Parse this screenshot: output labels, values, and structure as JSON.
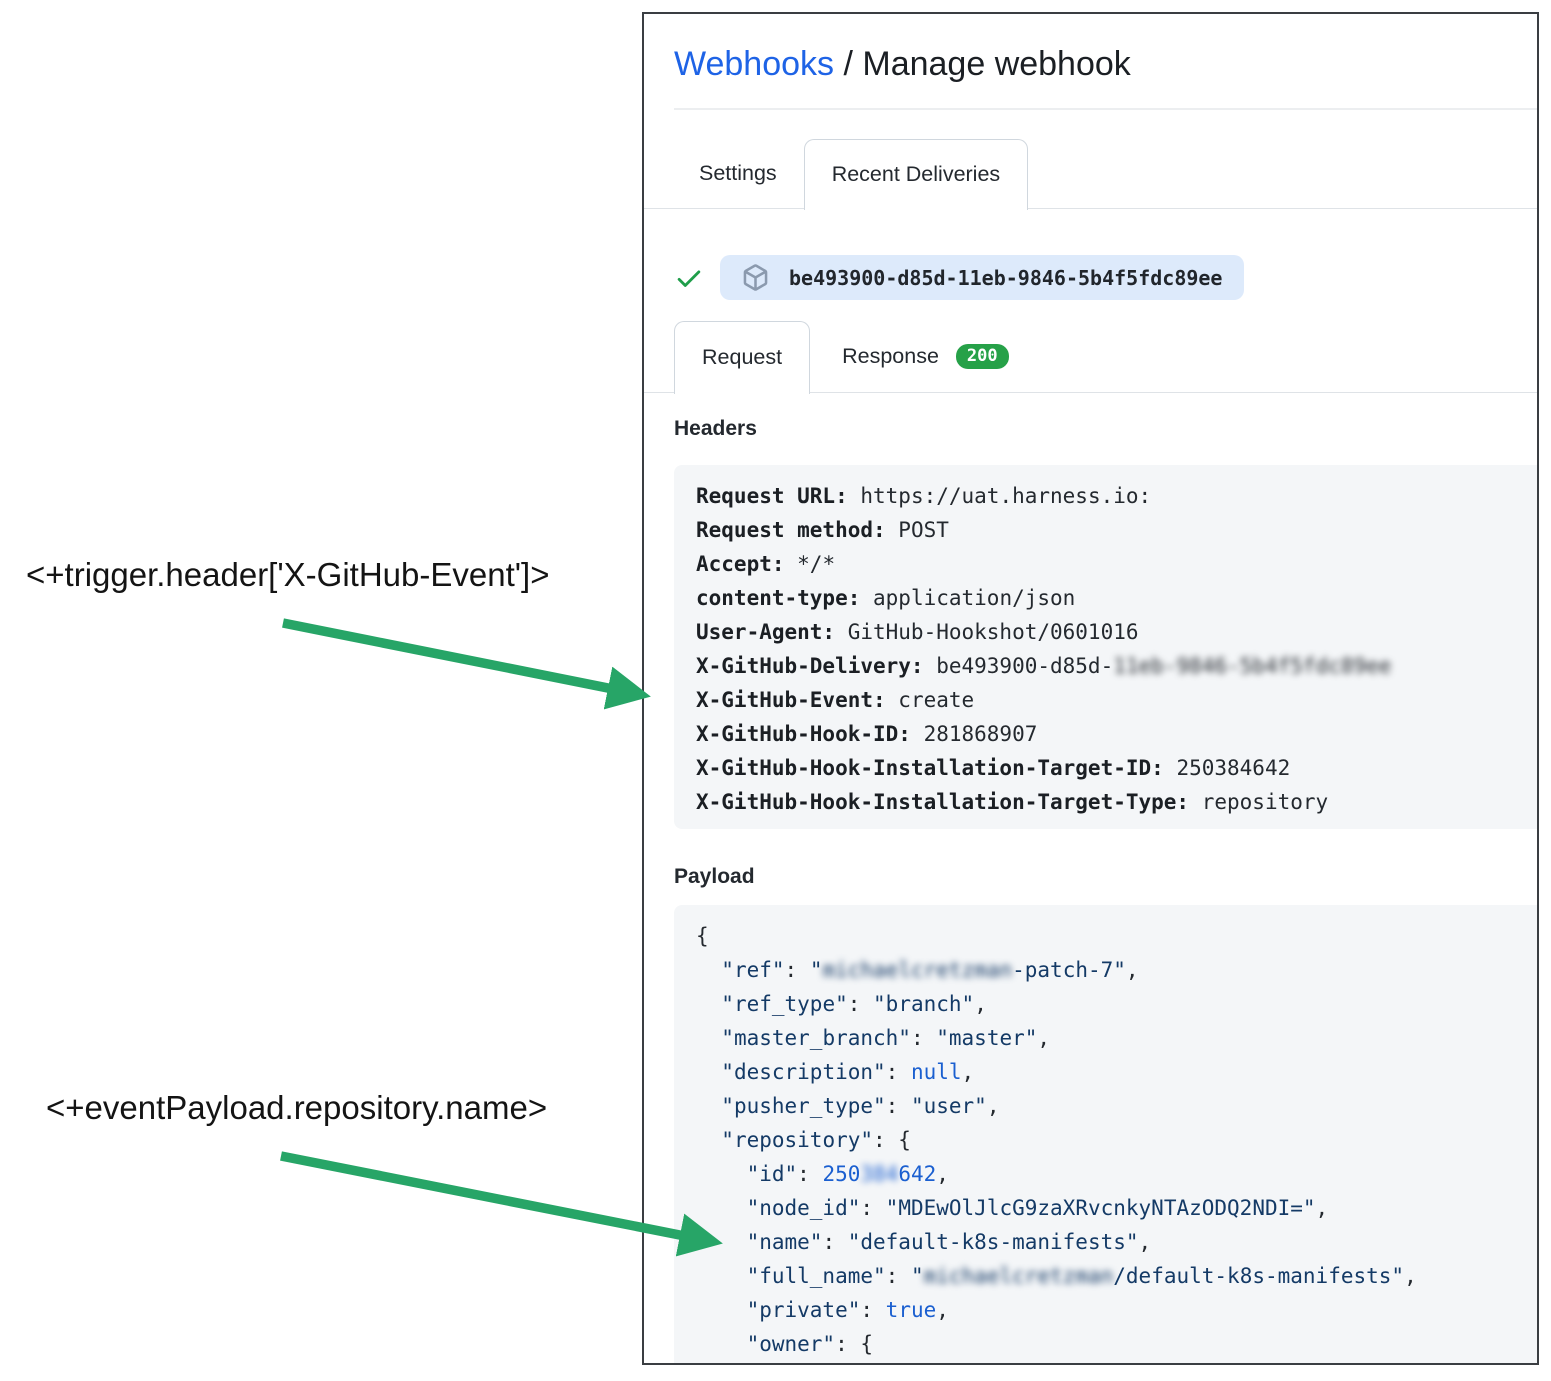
{
  "breadcrumb": {
    "link_label": "Webhooks",
    "separator": " / ",
    "current": "Manage webhook"
  },
  "tabs": {
    "settings": "Settings",
    "recent_deliveries": "Recent Deliveries"
  },
  "delivery": {
    "id": "be493900-d85d-11eb-9846-5b4f5fdc89ee",
    "status_icon": "check-icon",
    "id_icon": "package-icon"
  },
  "subtabs": {
    "request": "Request",
    "response": "Response",
    "response_code": "200"
  },
  "headers_section": {
    "title": "Headers",
    "entries": [
      {
        "key": "Request URL",
        "value": "https://uat.harness.io:"
      },
      {
        "key": "Request method",
        "value": "POST"
      },
      {
        "key": "Accept",
        "value": "*/*"
      },
      {
        "key": "content-type",
        "value": "application/json"
      },
      {
        "key": "User-Agent",
        "value": "GitHub-Hookshot/0601016"
      },
      {
        "key": "X-GitHub-Delivery",
        "value": "be493900-d85d-",
        "blurred": "11eb-9846-5b4f5fdc89ee"
      },
      {
        "key": "X-GitHub-Event",
        "value": "create"
      },
      {
        "key": "X-GitHub-Hook-ID",
        "value": "281868907"
      },
      {
        "key": "X-GitHub-Hook-Installation-Target-ID",
        "value": "250384642"
      },
      {
        "key": "X-GitHub-Hook-Installation-Target-Type",
        "value": "repository"
      }
    ]
  },
  "payload_section": {
    "title": "Payload",
    "lines": [
      [
        {
          "t": "p",
          "v": "{"
        }
      ],
      [
        {
          "t": "p",
          "v": "  "
        },
        {
          "t": "s",
          "v": "\"ref\""
        },
        {
          "t": "p",
          "v": ": "
        },
        {
          "t": "s",
          "v": "\""
        },
        {
          "t": "b",
          "v": "michaelcretzman"
        },
        {
          "t": "s",
          "v": "-patch-7\""
        },
        {
          "t": "p",
          "v": ","
        }
      ],
      [
        {
          "t": "p",
          "v": "  "
        },
        {
          "t": "s",
          "v": "\"ref_type\""
        },
        {
          "t": "p",
          "v": ": "
        },
        {
          "t": "s",
          "v": "\"branch\""
        },
        {
          "t": "p",
          "v": ","
        }
      ],
      [
        {
          "t": "p",
          "v": "  "
        },
        {
          "t": "s",
          "v": "\"master_branch\""
        },
        {
          "t": "p",
          "v": ": "
        },
        {
          "t": "s",
          "v": "\"master\""
        },
        {
          "t": "p",
          "v": ","
        }
      ],
      [
        {
          "t": "p",
          "v": "  "
        },
        {
          "t": "s",
          "v": "\"description\""
        },
        {
          "t": "p",
          "v": ": "
        },
        {
          "t": "l",
          "v": "null"
        },
        {
          "t": "p",
          "v": ","
        }
      ],
      [
        {
          "t": "p",
          "v": "  "
        },
        {
          "t": "s",
          "v": "\"pusher_type\""
        },
        {
          "t": "p",
          "v": ": "
        },
        {
          "t": "s",
          "v": "\"user\""
        },
        {
          "t": "p",
          "v": ","
        }
      ],
      [
        {
          "t": "p",
          "v": "  "
        },
        {
          "t": "s",
          "v": "\"repository\""
        },
        {
          "t": "p",
          "v": ": {"
        }
      ],
      [
        {
          "t": "p",
          "v": "    "
        },
        {
          "t": "s",
          "v": "\"id\""
        },
        {
          "t": "p",
          "v": ": "
        },
        {
          "t": "n",
          "v": "250"
        },
        {
          "t": "nb",
          "v": "384"
        },
        {
          "t": "n",
          "v": "642"
        },
        {
          "t": "p",
          "v": ","
        }
      ],
      [
        {
          "t": "p",
          "v": "    "
        },
        {
          "t": "s",
          "v": "\"node_id\""
        },
        {
          "t": "p",
          "v": ": "
        },
        {
          "t": "s",
          "v": "\"MDEwOlJlcG9zaXRvcnkyNTAzODQ2NDI=\""
        },
        {
          "t": "p",
          "v": ","
        }
      ],
      [
        {
          "t": "p",
          "v": "    "
        },
        {
          "t": "s",
          "v": "\"name\""
        },
        {
          "t": "p",
          "v": ": "
        },
        {
          "t": "s",
          "v": "\"default-k8s-manifests\""
        },
        {
          "t": "p",
          "v": ","
        }
      ],
      [
        {
          "t": "p",
          "v": "    "
        },
        {
          "t": "s",
          "v": "\"full_name\""
        },
        {
          "t": "p",
          "v": ": "
        },
        {
          "t": "s",
          "v": "\""
        },
        {
          "t": "b",
          "v": "michaelcretzman"
        },
        {
          "t": "s",
          "v": "/default-k8s-manifests\""
        },
        {
          "t": "p",
          "v": ","
        }
      ],
      [
        {
          "t": "p",
          "v": "    "
        },
        {
          "t": "s",
          "v": "\"private\""
        },
        {
          "t": "p",
          "v": ": "
        },
        {
          "t": "l",
          "v": "true"
        },
        {
          "t": "p",
          "v": ","
        }
      ],
      [
        {
          "t": "p",
          "v": "    "
        },
        {
          "t": "s",
          "v": "\"owner\""
        },
        {
          "t": "p",
          "v": ": {"
        }
      ]
    ]
  },
  "annotations": {
    "trigger_header": "<+trigger.header['X-GitHub-Event']>",
    "event_payload": "<+eventPayload.repository.name>"
  },
  "colors": {
    "link_blue": "#1e63e6",
    "success_green": "#26a148",
    "check_green": "#1f9e4a",
    "arrow_green": "#27a567",
    "pill_background": "#ddeafb",
    "code_string_navy": "#143a66",
    "code_literal_blue": "#1a5fd0"
  }
}
